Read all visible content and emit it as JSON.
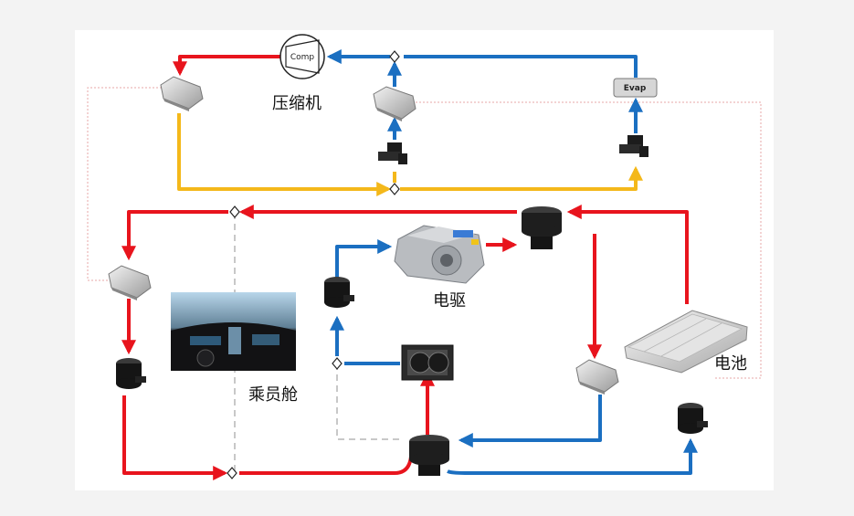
{
  "labels": {
    "compressor": "压缩机",
    "cabin": "乘员舱",
    "drive": "电驱",
    "battery": "电池",
    "comp_badge": "Comp",
    "evap_badge": "Evap"
  },
  "colors": {
    "hot": "#e8141d",
    "cold": "#1b6fc1",
    "mid": "#f4b81a",
    "dashed_red": "#e7a7a7",
    "dashed_gray": "#c8c8c8",
    "background": "#f3f3f3",
    "panel": "#ffffff"
  }
}
